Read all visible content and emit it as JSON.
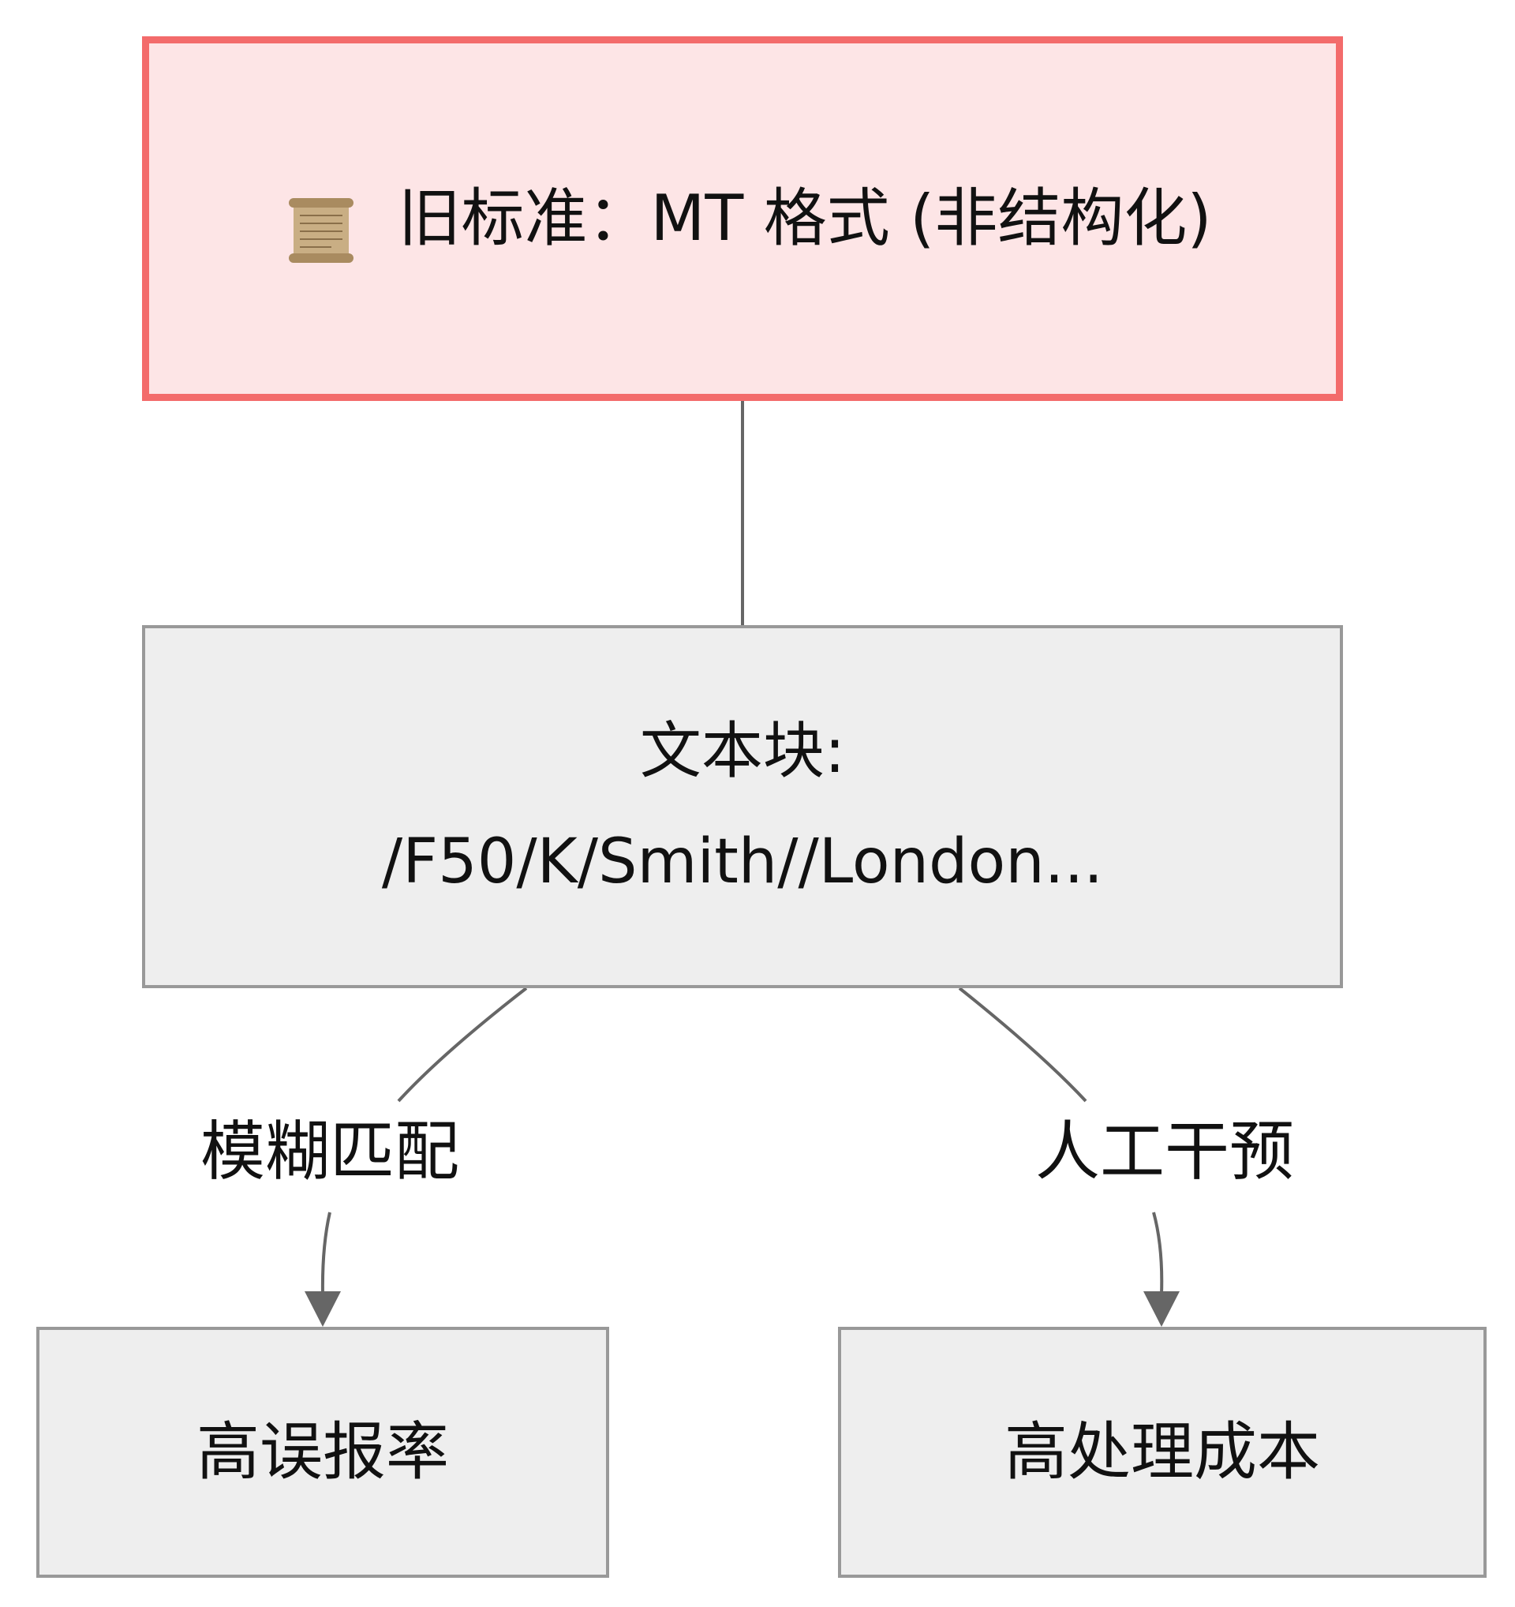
{
  "nodes": {
    "old_standard": {
      "icon": "scroll-icon",
      "label": "旧标准：MT 格式 (非结构化)"
    },
    "text_block": {
      "label": "文本块:\n/F50/K/Smith//London..."
    },
    "false_positive": {
      "label": "高误报率"
    },
    "processing_cost": {
      "label": "高处理成本"
    }
  },
  "edges": {
    "fuzzy_match": {
      "label": "模糊匹配"
    },
    "manual_intervention": {
      "label": "人工干预"
    }
  },
  "colors": {
    "old_fill": "#fde5e6",
    "old_border": "#f36b6b",
    "node_fill": "#eeeeee",
    "node_border": "#999999",
    "edge": "#666666"
  }
}
